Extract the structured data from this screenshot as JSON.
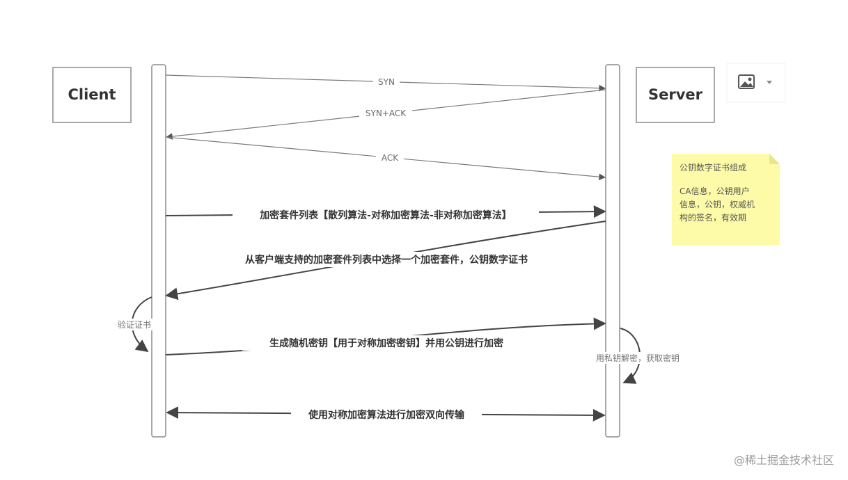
{
  "participants": {
    "client": "Client",
    "server": "Server"
  },
  "messages": {
    "syn": "SYN",
    "syn_ack": "SYN+ACK",
    "ack": "ACK",
    "cipher_list": "加密套件列表【散列算法-对称加密算法-非对称加密算法】",
    "server_select": "从客户端支持的加密套件列表中选择一个加密套件，公钥数字证书",
    "client_key": "生成随机密钥【用于对称加密密钥】并用公钥进行加密",
    "bidirectional": "使用对称加密算法进行加密双向传输"
  },
  "self_messages": {
    "verify_cert": "验证证书",
    "decrypt": "用私钥解密，获取密钥"
  },
  "note": {
    "title": "公钥数字证书组成",
    "lines": [
      "CA信息，公钥用户",
      "信息，公钥，权威机",
      "构的签名，有效期"
    ]
  },
  "toolbar": {
    "icon": "image-icon",
    "dropdown_icon": "caret-down-icon"
  },
  "watermark": "@稀土掘金技术社区",
  "colors": {
    "note_bg": "#fdfba8",
    "line_dark": "#444444",
    "line_light": "#7a7a7a"
  }
}
